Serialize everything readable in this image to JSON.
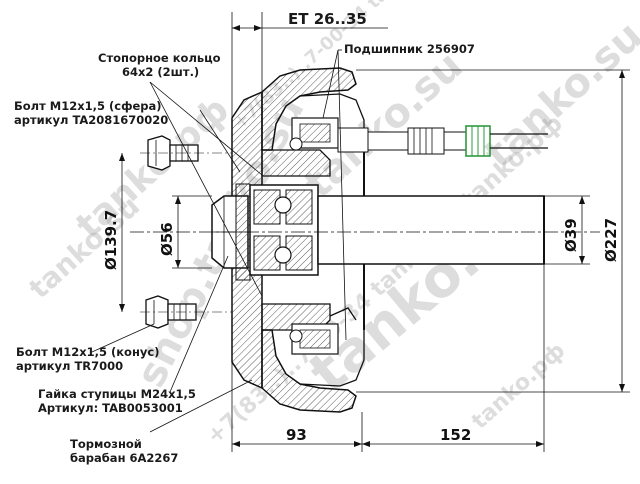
{
  "labels": {
    "et": "ET 26..35",
    "bearing": "Подшипник 256907",
    "snap_ring_line1": "Стопорное кольцо",
    "snap_ring_line2": "64х2 (2шт.)",
    "bolt_sphere_line1": "Болт M12x1,5 (сфера)",
    "bolt_sphere_line2": "артикул TA2081670020",
    "bolt_cone_line1": "Болт M12x1,5 (конус)",
    "bolt_cone_line2": "артикул TR7000",
    "hub_nut_line1": "Гайка ступицы M24x1,5",
    "hub_nut_line2": "Артикул: TAB0053001",
    "drum_line1": "Тормозной",
    "drum_line2": "барабан 6A2267"
  },
  "dimensions": {
    "d_139": "Ø139.7",
    "d_56": "Ø56",
    "d_39": "Ø39",
    "d_227": "Ø227",
    "len_93": "93",
    "len_152": "152"
  },
  "watermarks": {
    "site_short": "tanko.su",
    "site_rf": "tanko.рф",
    "shop": "shop.tanko.su",
    "phone": "+7(83..)..7-00-34 tanko.рф"
  },
  "colors": {
    "line": "#111111",
    "hatch": "#333333",
    "green_hose": "#2e9a3e",
    "watermark": "#9a9a9a"
  }
}
